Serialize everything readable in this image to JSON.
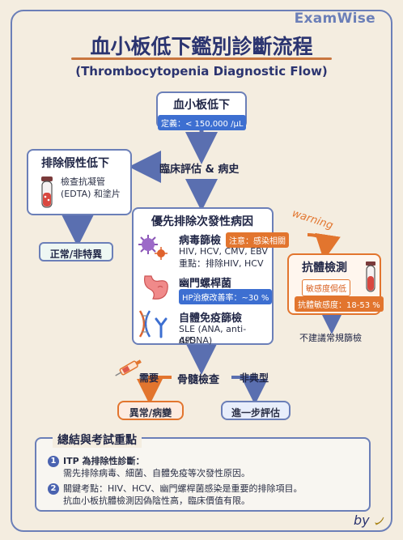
{
  "brand": "ExamWise",
  "title": "血小板低下鑑別診斷流程",
  "subtitle": "(Thrombocytopenia Diagnostic Flow)",
  "start": {
    "title": "血小板低下",
    "definition": "定義：< 150,000 /μL"
  },
  "pseudo": {
    "title": "排除假性低下",
    "line1": "檢查抗凝管",
    "line2": "(EDTA) 和塗片"
  },
  "clinical": "臨床評估 & 病史",
  "normal": "正常/非特異",
  "secondary": {
    "title": "優先排除次發性病因",
    "virus": {
      "title": "病毒篩檢",
      "note": "注意：感染相關",
      "line1": "HIV, HCV, CMV, EBV",
      "line2": "重點：排除HIV, HCV"
    },
    "hpylori": {
      "title": "幽門螺桿菌",
      "note": "HP治療改善率：~30 %"
    },
    "autoimmune": {
      "title": "自體免疫篩檢",
      "line1": "SLE (ANA, anti-dsDNA)",
      "line2": "APS"
    }
  },
  "warning": "warning",
  "antibody": {
    "title": "抗體檢測",
    "chip1": "敏感度侷低",
    "chip2": "抗體敏感度：18-53 %",
    "footer": "不建議常規篩檢"
  },
  "marrow": {
    "need": "需要",
    "center": "骨髓檢查",
    "atypical": "非典型",
    "abnormal": "異常/病變",
    "further": "進一步評估"
  },
  "summary": {
    "title": "總結與考試重點",
    "item1_title": "ITP 為排除性診斷：",
    "item1_text": "需先排除病毒、細菌、自體免疫等次發性原因。",
    "item2_title": "關鍵考點：HIV、HCV、幽門螺桿菌感染是重要的排除項目。",
    "item2_text": "抗血小板抗體檢測因偽陰性高，臨床價值有限。"
  },
  "signature": "by",
  "colors": {
    "navy": "#2b3470",
    "frame": "#6b7fb8",
    "orange": "#e2752e",
    "blue": "#3d6fd1",
    "red": "#e05a4a",
    "background": "#f4ede0"
  }
}
